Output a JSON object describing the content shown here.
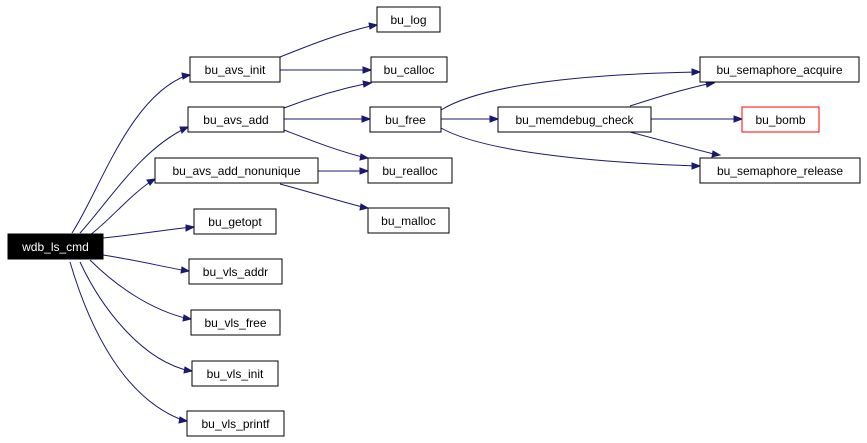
{
  "graph": {
    "root": "wdb_ls_cmd",
    "colors": {
      "edge": "#191970",
      "root_fill": "#000000",
      "root_text": "#ffffff",
      "highlight_border": "#ff0000"
    },
    "nodes": [
      {
        "id": "wdb_ls_cmd",
        "label": "wdb_ls_cmd"
      },
      {
        "id": "bu_avs_init",
        "label": "bu_avs_init"
      },
      {
        "id": "bu_avs_add",
        "label": "bu_avs_add"
      },
      {
        "id": "bu_avs_add_nonunique",
        "label": "bu_avs_add_nonunique"
      },
      {
        "id": "bu_getopt",
        "label": "bu_getopt"
      },
      {
        "id": "bu_vls_addr",
        "label": "bu_vls_addr"
      },
      {
        "id": "bu_vls_free",
        "label": "bu_vls_free"
      },
      {
        "id": "bu_vls_init",
        "label": "bu_vls_init"
      },
      {
        "id": "bu_vls_printf",
        "label": "bu_vls_printf"
      },
      {
        "id": "bu_log",
        "label": "bu_log"
      },
      {
        "id": "bu_calloc",
        "label": "bu_calloc"
      },
      {
        "id": "bu_free",
        "label": "bu_free"
      },
      {
        "id": "bu_realloc",
        "label": "bu_realloc"
      },
      {
        "id": "bu_malloc",
        "label": "bu_malloc"
      },
      {
        "id": "bu_memdebug_check",
        "label": "bu_memdebug_check"
      },
      {
        "id": "bu_semaphore_acquire",
        "label": "bu_semaphore_acquire"
      },
      {
        "id": "bu_bomb",
        "label": "bu_bomb"
      },
      {
        "id": "bu_semaphore_release",
        "label": "bu_semaphore_release"
      }
    ],
    "edges": [
      [
        "wdb_ls_cmd",
        "bu_avs_init"
      ],
      [
        "wdb_ls_cmd",
        "bu_avs_add"
      ],
      [
        "wdb_ls_cmd",
        "bu_avs_add_nonunique"
      ],
      [
        "wdb_ls_cmd",
        "bu_getopt"
      ],
      [
        "wdb_ls_cmd",
        "bu_vls_addr"
      ],
      [
        "wdb_ls_cmd",
        "bu_vls_free"
      ],
      [
        "wdb_ls_cmd",
        "bu_vls_init"
      ],
      [
        "wdb_ls_cmd",
        "bu_vls_printf"
      ],
      [
        "bu_avs_init",
        "bu_log"
      ],
      [
        "bu_avs_init",
        "bu_calloc"
      ],
      [
        "bu_avs_add",
        "bu_calloc"
      ],
      [
        "bu_avs_add",
        "bu_free"
      ],
      [
        "bu_avs_add",
        "bu_realloc"
      ],
      [
        "bu_avs_add_nonunique",
        "bu_realloc"
      ],
      [
        "bu_avs_add_nonunique",
        "bu_malloc"
      ],
      [
        "bu_free",
        "bu_memdebug_check"
      ],
      [
        "bu_free",
        "bu_semaphore_acquire"
      ],
      [
        "bu_free",
        "bu_semaphore_release"
      ],
      [
        "bu_memdebug_check",
        "bu_semaphore_acquire"
      ],
      [
        "bu_memdebug_check",
        "bu_bomb"
      ],
      [
        "bu_memdebug_check",
        "bu_semaphore_release"
      ]
    ]
  }
}
